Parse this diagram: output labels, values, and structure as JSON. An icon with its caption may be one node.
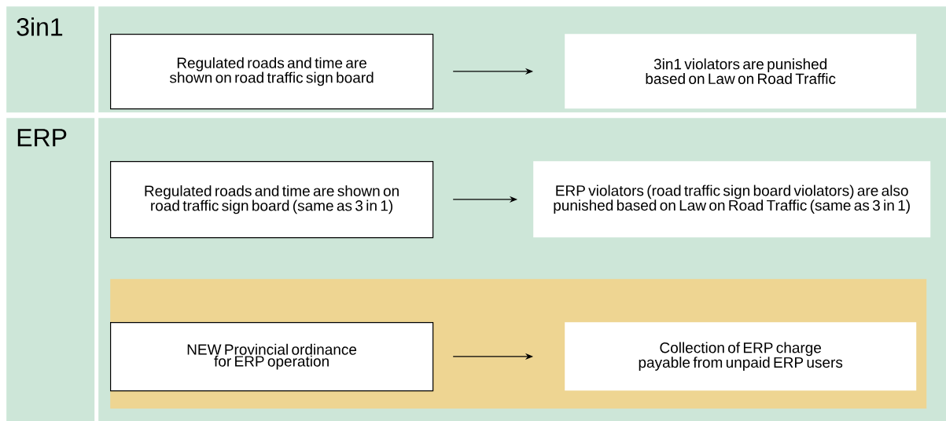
{
  "diagram": {
    "nodes": [
      {
        "text": [
          "3in1"
        ]
      },
      {
        "text": [],
        "shape": "box"
      },
      {
        "text": [
          "Regulated roads and time are shown on road traffic sign board"
        ],
        "in": 1
      },
      {
        "text": [
          "3in1 violators are punished based on Law on Road Traffic"
        ],
        "in": 1
      },
      {
        "text": [
          "ERP"
        ]
      },
      {
        "text": [],
        "shape": "box"
      },
      {
        "text": [
          "Regulated roads and time are shown on road traffic sign board (same as 3 in 1)"
        ],
        "in": 5
      },
      {
        "text": [
          "ERP violators (road traffic sign board violators) are also punished based on Law on Road Traffic (same as 3 in 1)"
        ],
        "in": 5
      },
      {
        "text": [],
        "shape": "box",
        "in": 5
      },
      {
        "text": [
          "NEW Provincial ordinance for ERP operation"
        ],
        "in": 8
      },
      {
        "text": [
          "Collection of ERP charge payable from unpaid ERP users"
        ],
        "in": 8
      }
    ],
    "edges": [
      {
        "from": 2,
        "to": 3,
        "arrow": "to"
      },
      {
        "from": 6,
        "to": 7,
        "arrow": "to"
      },
      {
        "from": 9,
        "to": 10,
        "arrow": "to"
      }
    ]
  }
}
